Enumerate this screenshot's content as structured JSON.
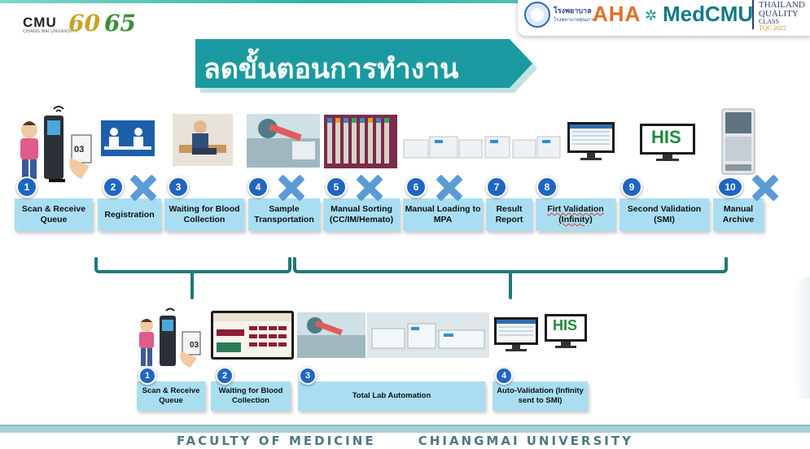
{
  "header": {
    "logo_cmu": "CMU",
    "logo_cmu_sub": "CHIANG MAI UNIVERSITY",
    "logo_60": "60",
    "logo_65": "65",
    "hospital_name": "โรงพยาบาล",
    "hospital_sub": "โรงพยาบาลคุณภาพ",
    "aha": "AHA",
    "medcmu": "MedCMU",
    "tqc_line1": "THAILAND",
    "tqc_line2": "QUALITY",
    "tqc_line3": "CLASS",
    "tqc_line4": "TQC 2022"
  },
  "title": "ลดขั้นตอนการทำงาน",
  "before_steps": [
    {
      "number": "1",
      "label": "Scan & Receive Queue"
    },
    {
      "number": "2",
      "label": "Registration"
    },
    {
      "number": "3",
      "label": "Waiting for Blood Collection"
    },
    {
      "number": "4",
      "label": "Sample Transportation"
    },
    {
      "number": "5",
      "label": "Manual Sorting (CC/IM/Hemato)"
    },
    {
      "number": "6",
      "label": "Manual Loading to MPA"
    },
    {
      "number": "7",
      "label": "Result Report"
    },
    {
      "number": "8",
      "label": "Firt Validation (Infinity)"
    },
    {
      "number": "9",
      "label": "Second Validation (SMI)"
    },
    {
      "number": "10",
      "label": "Manual Archive"
    }
  ],
  "after_steps": [
    {
      "number": "1",
      "label": "Scan & Receive Queue"
    },
    {
      "number": "2",
      "label": "Waiting for Blood Collection"
    },
    {
      "number": "3",
      "label": "Total Lab Automation"
    },
    {
      "number": "4",
      "label": "Auto-Validation (Infinity sent to SMI)"
    }
  ],
  "image_text": {
    "kiosk_ticket": "03",
    "his_label": "HIS"
  },
  "footer": {
    "left": "FACULTY OF MEDICINE",
    "right": "CHIANGMAI UNIVERSITY"
  },
  "colors": {
    "step_box": "#a9def2",
    "number_circle": "#1f66c2",
    "x_mark": "#5b9bd5",
    "title_banner": "#1a9aa0",
    "bracket": "#1f7a77"
  }
}
